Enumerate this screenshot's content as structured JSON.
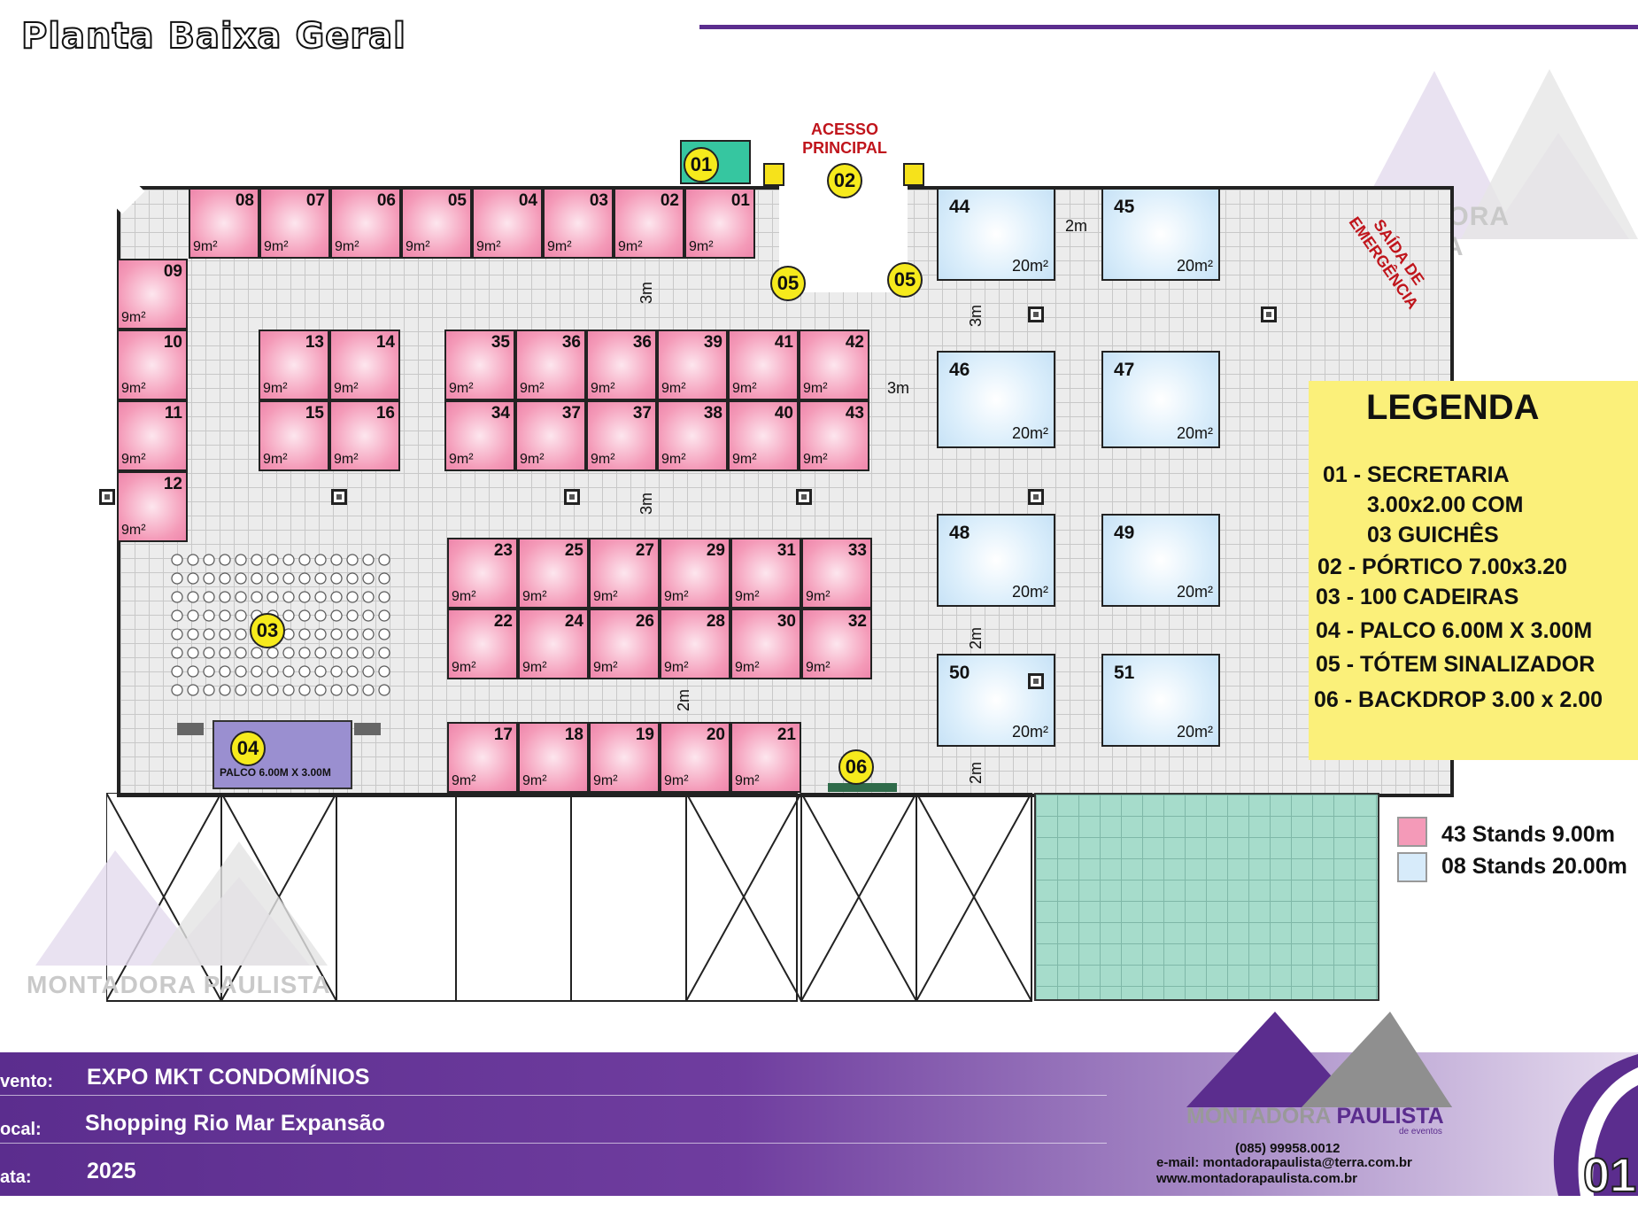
{
  "title": "Planta Baixa Geral",
  "access": {
    "line1": "ACESSO",
    "line2": "PRINCIPAL"
  },
  "emergency": {
    "line1": "SAÍDA DE",
    "line2": "EMERGÊNCIA"
  },
  "small_area": "9m²",
  "big_area": "20m²",
  "row_top": [
    "08",
    "07",
    "06",
    "05",
    "04",
    "03",
    "02",
    "01"
  ],
  "left_col": [
    "09",
    "10",
    "11",
    "12"
  ],
  "block_a": [
    "13",
    "14",
    "15",
    "16"
  ],
  "block_b_top": [
    "35",
    "36",
    "36",
    "39",
    "41",
    "42"
  ],
  "block_b_bottom": [
    "34",
    "37",
    "37",
    "38",
    "40",
    "43"
  ],
  "block_c_top": [
    "23",
    "25",
    "27",
    "29",
    "31",
    "33"
  ],
  "block_c_bottom": [
    "22",
    "24",
    "26",
    "28",
    "30",
    "32"
  ],
  "row_bottom": [
    "17",
    "18",
    "19",
    "20",
    "21"
  ],
  "big_stands": [
    "44",
    "45",
    "46",
    "47",
    "48",
    "49",
    "50",
    "51"
  ],
  "markers": [
    "01",
    "02",
    "05",
    "05",
    "03",
    "04",
    "06"
  ],
  "dims": {
    "a": "2m",
    "b": "3m",
    "c": "3m",
    "d": "3m",
    "e": "3m",
    "f": "2m",
    "g": "2m",
    "h": "2m"
  },
  "stage_label": "PALCO 6.00M X 3.00M",
  "legend": {
    "title": "LEGENDA",
    "items": [
      "01 - SECRETARIA",
      "3.00x2.00 COM",
      "03 GUICHÊS",
      "02 - PÓRTICO 7.00x3.20",
      "03 - 100 CADEIRAS",
      "04 - PALCO 6.00M X 3.00M",
      "05 - TÓTEM SINALIZADOR",
      "06 - BACKDROP  3.00 x 2.00"
    ]
  },
  "stand_types": [
    {
      "label": "43 Stands   9.00m",
      "color": "#f49ab8"
    },
    {
      "label": "08 Stands 20.00m",
      "color": "#d7ebfa"
    }
  ],
  "footer": {
    "event_label": "vento:",
    "event_value": "EXPO MKT CONDOMÍNIOS",
    "place_label": "ocal:",
    "place_value": "Shopping Rio Mar Expansão",
    "date_label": "ata:",
    "date_value": "2025"
  },
  "brand": {
    "name_a": "MONTADORA",
    "name_b": "PAULISTA",
    "tag": "de eventos",
    "phone": "(085) 99958.0012",
    "email": "e-mail: montadorapaulista@terra.com.br",
    "site": "www.montadorapaulista.com.br"
  },
  "watermark": "MONTADORA PAULISTA",
  "page_number": "01",
  "colors": {
    "purple": "#5b2d8e",
    "pink": "#f49ab8",
    "blue": "#d7ebfa",
    "yellow": "#fbf07a",
    "green": "#a6dccb"
  }
}
